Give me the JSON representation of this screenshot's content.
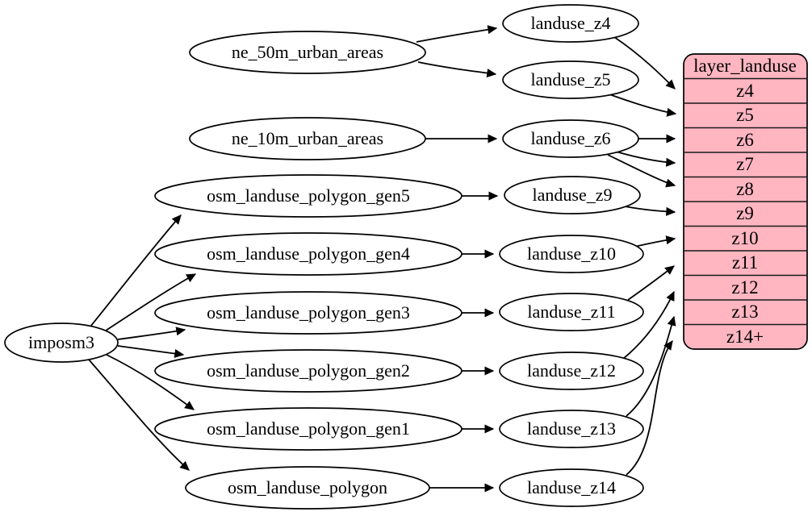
{
  "diagram": {
    "type": "flow-graph",
    "colors": {
      "background": "#ffffff",
      "node_fill": "#ffffff",
      "stroke": "#000000",
      "table_fill": "#ffb6c1"
    },
    "nodes": {
      "imposm3": "imposm3",
      "ne_50m_urban_areas": "ne_50m_urban_areas",
      "ne_10m_urban_areas": "ne_10m_urban_areas",
      "osm_landuse_polygon_gen5": "osm_landuse_polygon_gen5",
      "osm_landuse_polygon_gen4": "osm_landuse_polygon_gen4",
      "osm_landuse_polygon_gen3": "osm_landuse_polygon_gen3",
      "osm_landuse_polygon_gen2": "osm_landuse_polygon_gen2",
      "osm_landuse_polygon_gen1": "osm_landuse_polygon_gen1",
      "osm_landuse_polygon": "osm_landuse_polygon",
      "landuse_z4": "landuse_z4",
      "landuse_z5": "landuse_z5",
      "landuse_z6": "landuse_z6",
      "landuse_z9": "landuse_z9",
      "landuse_z10": "landuse_z10",
      "landuse_z11": "landuse_z11",
      "landuse_z12": "landuse_z12",
      "landuse_z13": "landuse_z13",
      "landuse_z14": "landuse_z14"
    },
    "table": {
      "title": "layer_landuse",
      "rows": [
        "z4",
        "z5",
        "z6",
        "z7",
        "z8",
        "z9",
        "z10",
        "z11",
        "z12",
        "z13",
        "z14+"
      ]
    },
    "edges": [
      [
        "imposm3",
        "osm_landuse_polygon_gen5"
      ],
      [
        "imposm3",
        "osm_landuse_polygon_gen4"
      ],
      [
        "imposm3",
        "osm_landuse_polygon_gen3"
      ],
      [
        "imposm3",
        "osm_landuse_polygon_gen2"
      ],
      [
        "imposm3",
        "osm_landuse_polygon_gen1"
      ],
      [
        "imposm3",
        "osm_landuse_polygon"
      ],
      [
        "ne_50m_urban_areas",
        "landuse_z4"
      ],
      [
        "ne_50m_urban_areas",
        "landuse_z5"
      ],
      [
        "ne_10m_urban_areas",
        "landuse_z6"
      ],
      [
        "osm_landuse_polygon_gen5",
        "landuse_z9"
      ],
      [
        "osm_landuse_polygon_gen4",
        "landuse_z10"
      ],
      [
        "osm_landuse_polygon_gen3",
        "landuse_z11"
      ],
      [
        "osm_landuse_polygon_gen2",
        "landuse_z12"
      ],
      [
        "osm_landuse_polygon_gen1",
        "landuse_z13"
      ],
      [
        "osm_landuse_polygon",
        "landuse_z14"
      ],
      [
        "landuse_z4",
        "layer_landuse:z4"
      ],
      [
        "landuse_z5",
        "layer_landuse:z5"
      ],
      [
        "landuse_z6",
        "layer_landuse:z6"
      ],
      [
        "landuse_z6",
        "layer_landuse:z7"
      ],
      [
        "landuse_z6",
        "layer_landuse:z8"
      ],
      [
        "landuse_z9",
        "layer_landuse:z9"
      ],
      [
        "landuse_z10",
        "layer_landuse:z10"
      ],
      [
        "landuse_z11",
        "layer_landuse:z11"
      ],
      [
        "landuse_z12",
        "layer_landuse:z12"
      ],
      [
        "landuse_z13",
        "layer_landuse:z13"
      ],
      [
        "landuse_z14",
        "layer_landuse:z14+"
      ]
    ]
  }
}
